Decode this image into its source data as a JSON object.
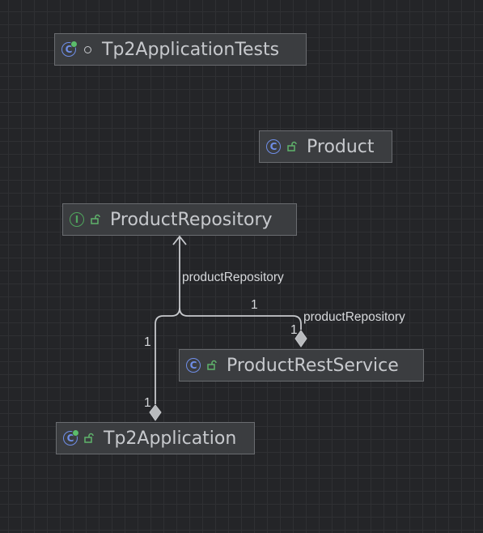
{
  "diagram": {
    "nodes": [
      {
        "id": "tests",
        "name": "Tp2ApplicationTests",
        "kind_icon": "test-class-icon",
        "visibility_icon": "package-private-icon"
      },
      {
        "id": "product",
        "name": "Product",
        "kind_icon": "class-icon",
        "visibility_icon": "public-icon"
      },
      {
        "id": "repo",
        "name": "ProductRepository",
        "kind_icon": "interface-icon",
        "visibility_icon": "public-icon"
      },
      {
        "id": "service",
        "name": "ProductRestService",
        "kind_icon": "class-icon",
        "visibility_icon": "public-icon"
      },
      {
        "id": "app",
        "name": "Tp2Application",
        "kind_icon": "runnable-class-icon",
        "visibility_icon": "public-icon"
      }
    ],
    "edges": [
      {
        "from": "service",
        "to": "repo",
        "label": "productRepository",
        "source_multiplicity": "1",
        "target_multiplicity": "1"
      },
      {
        "from": "app",
        "to": "repo",
        "label": "productRepository",
        "source_multiplicity": "1",
        "target_multiplicity": "1"
      }
    ]
  },
  "colors": {
    "background": "#242528",
    "node_fill": "#3b3d40",
    "node_border": "#6a6c70",
    "edge": "#c7c9cd",
    "class_icon": "#6f8ee8",
    "interface_icon": "#4fa65d",
    "public_icon": "#5fb36b"
  }
}
